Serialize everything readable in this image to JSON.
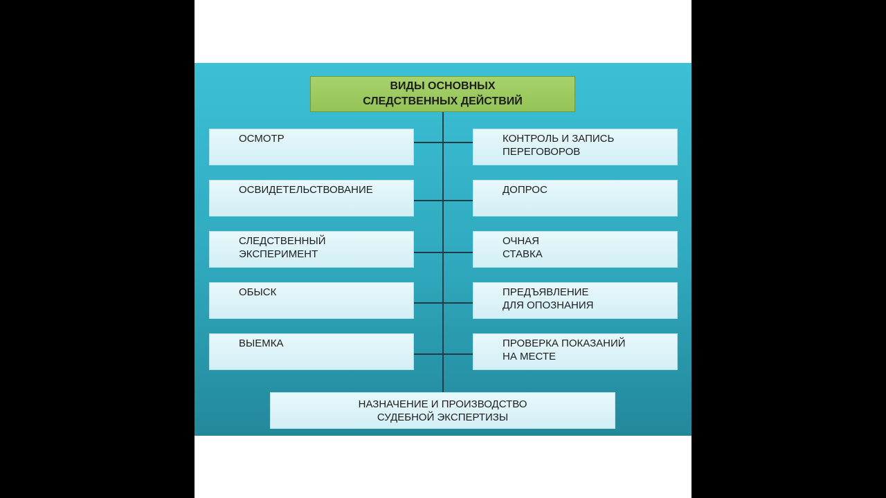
{
  "diagram": {
    "title": {
      "line1": "ВИДЫ ОСНОВНЫХ",
      "line2": "СЛЕДСТВЕННЫХ ДЕЙСТВИЙ"
    },
    "left_items": [
      "ОСМОТР",
      "ОСВИДЕТЕЛЬСТВОВАНИЕ",
      "СЛЕДСТВЕННЫЙ\nЭКСПЕРИМЕНТ",
      "ОБЫСК",
      "ВЫЕМКА"
    ],
    "right_items": [
      "КОНТРОЛЬ И ЗАПИСЬ\nПЕРЕГОВОРОВ",
      "ДОПРОС",
      "ОЧНАЯ\nСТАВКА",
      "ПРЕДЪЯВЛЕНИЕ\nДЛЯ ОПОЗНАНИЯ",
      "ПРОВЕРКА ПОКАЗАНИЙ\nНА МЕСТЕ"
    ],
    "bottom_item": "НАЗНАЧЕНИЕ И ПРОИЗВОДСТВО\nСУДЕБНОЙ ЭКСПЕРТИЗЫ"
  },
  "colors": {
    "panel": "#2fa8bd",
    "title_box": "#9ccb5e",
    "item_box": "#e0f5f9",
    "connector": "#1f3b44"
  }
}
